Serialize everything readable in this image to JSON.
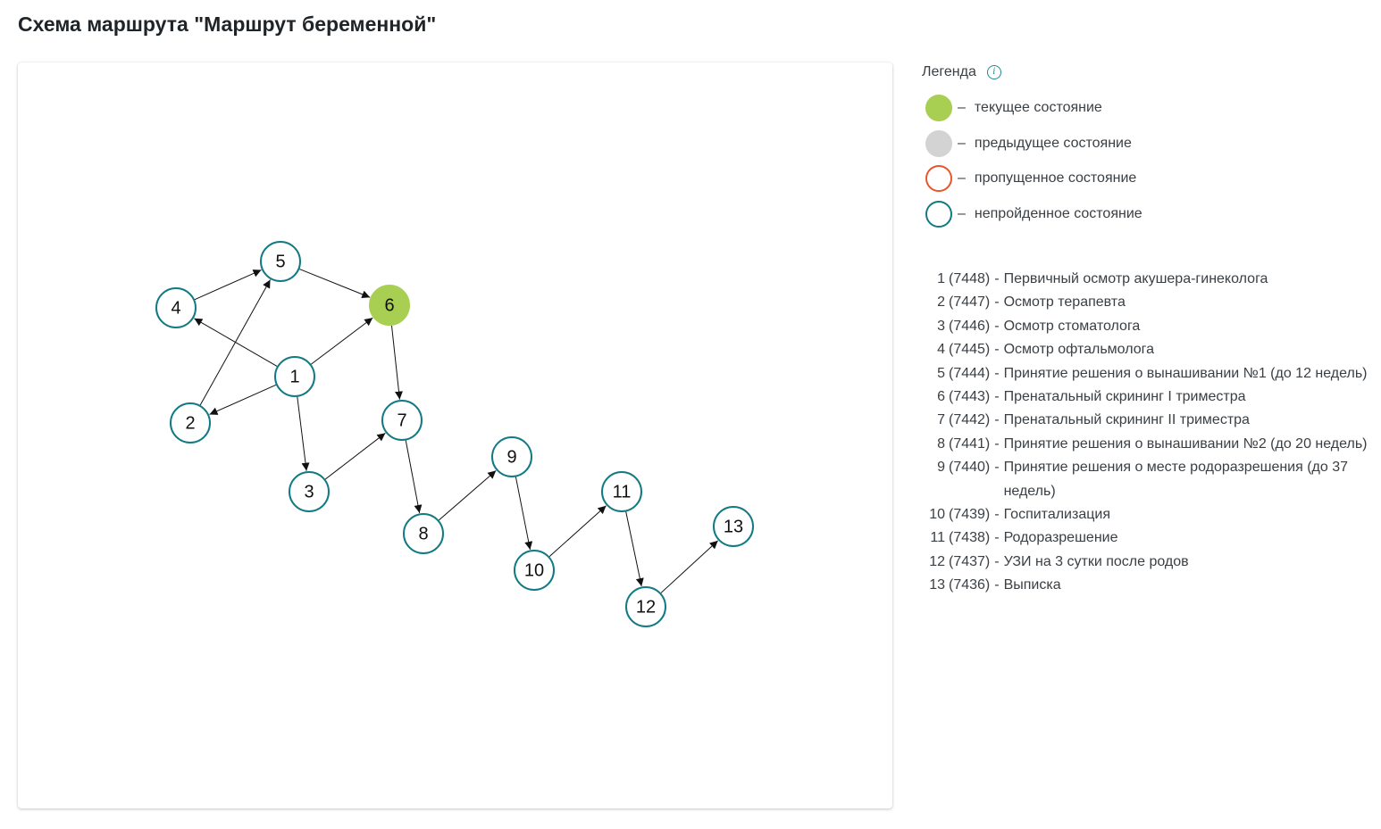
{
  "title": "Схема маршрута \"Маршрут беременной\"",
  "legend": {
    "header": "Легенда",
    "info_icon": "info-icon",
    "dash": "–",
    "items": [
      {
        "label": "текущее состояние",
        "fill": "#a8cf52",
        "stroke": "#a8cf52"
      },
      {
        "label": "предыдущее состояние",
        "fill": "#d3d3d3",
        "stroke": "#d3d3d3"
      },
      {
        "label": "пропущенное состояние",
        "fill": "#ffffff",
        "stroke": "#e8562a"
      },
      {
        "label": "непройденное состояние",
        "fill": "#ffffff",
        "stroke": "#127a82"
      }
    ]
  },
  "graph": {
    "current_fill": "#a8cf52",
    "unvisited_stroke": "#127a82",
    "edge_color": "#111111",
    "nodes": [
      {
        "id": "1",
        "state": "unvisited"
      },
      {
        "id": "2",
        "state": "unvisited"
      },
      {
        "id": "3",
        "state": "unvisited"
      },
      {
        "id": "4",
        "state": "unvisited"
      },
      {
        "id": "5",
        "state": "unvisited"
      },
      {
        "id": "6",
        "state": "current"
      },
      {
        "id": "7",
        "state": "unvisited"
      },
      {
        "id": "8",
        "state": "unvisited"
      },
      {
        "id": "9",
        "state": "unvisited"
      },
      {
        "id": "10",
        "state": "unvisited"
      },
      {
        "id": "11",
        "state": "unvisited"
      },
      {
        "id": "12",
        "state": "unvisited"
      },
      {
        "id": "13",
        "state": "unvisited"
      }
    ],
    "edges": [
      [
        "1",
        "4"
      ],
      [
        "1",
        "2"
      ],
      [
        "1",
        "3"
      ],
      [
        "1",
        "6"
      ],
      [
        "4",
        "5"
      ],
      [
        "2",
        "5"
      ],
      [
        "5",
        "6"
      ],
      [
        "6",
        "7"
      ],
      [
        "3",
        "7"
      ],
      [
        "7",
        "8"
      ],
      [
        "8",
        "9"
      ],
      [
        "9",
        "10"
      ],
      [
        "10",
        "11"
      ],
      [
        "11",
        "12"
      ],
      [
        "12",
        "13"
      ]
    ]
  },
  "steps": [
    {
      "num": "1",
      "code": "(7448)",
      "sep": "-",
      "text": "Первичный осмотр акушера-гинеколога"
    },
    {
      "num": "2",
      "code": "(7447)",
      "sep": "-",
      "text": "Осмотр терапевта"
    },
    {
      "num": "3",
      "code": "(7446)",
      "sep": "-",
      "text": "Осмотр стоматолога"
    },
    {
      "num": "4",
      "code": "(7445)",
      "sep": "-",
      "text": "Осмотр офтальмолога"
    },
    {
      "num": "5",
      "code": "(7444)",
      "sep": "-",
      "text": "Принятие решения о вынашивании №1 (до 12 недель)"
    },
    {
      "num": "6",
      "code": "(7443)",
      "sep": "-",
      "text": "Пренатальный скрининг I триместра"
    },
    {
      "num": "7",
      "code": "(7442)",
      "sep": "-",
      "text": "Пренатальный скрининг II триместра"
    },
    {
      "num": "8",
      "code": "(7441)",
      "sep": "-",
      "text": "Принятие решения о вынашивании №2 (до 20 недель)"
    },
    {
      "num": "9",
      "code": "(7440)",
      "sep": "-",
      "text": "Принятие решения о месте родоразрешения (до 37 недель)"
    },
    {
      "num": "10",
      "code": "(7439)",
      "sep": "-",
      "text": "Госпитализация"
    },
    {
      "num": "11",
      "code": "(7438)",
      "sep": "-",
      "text": "Родоразрешение"
    },
    {
      "num": "12",
      "code": "(7437)",
      "sep": "-",
      "text": "УЗИ на 3 сутки после родов"
    },
    {
      "num": "13",
      "code": "(7436)",
      "sep": "-",
      "text": "Выписка"
    }
  ]
}
